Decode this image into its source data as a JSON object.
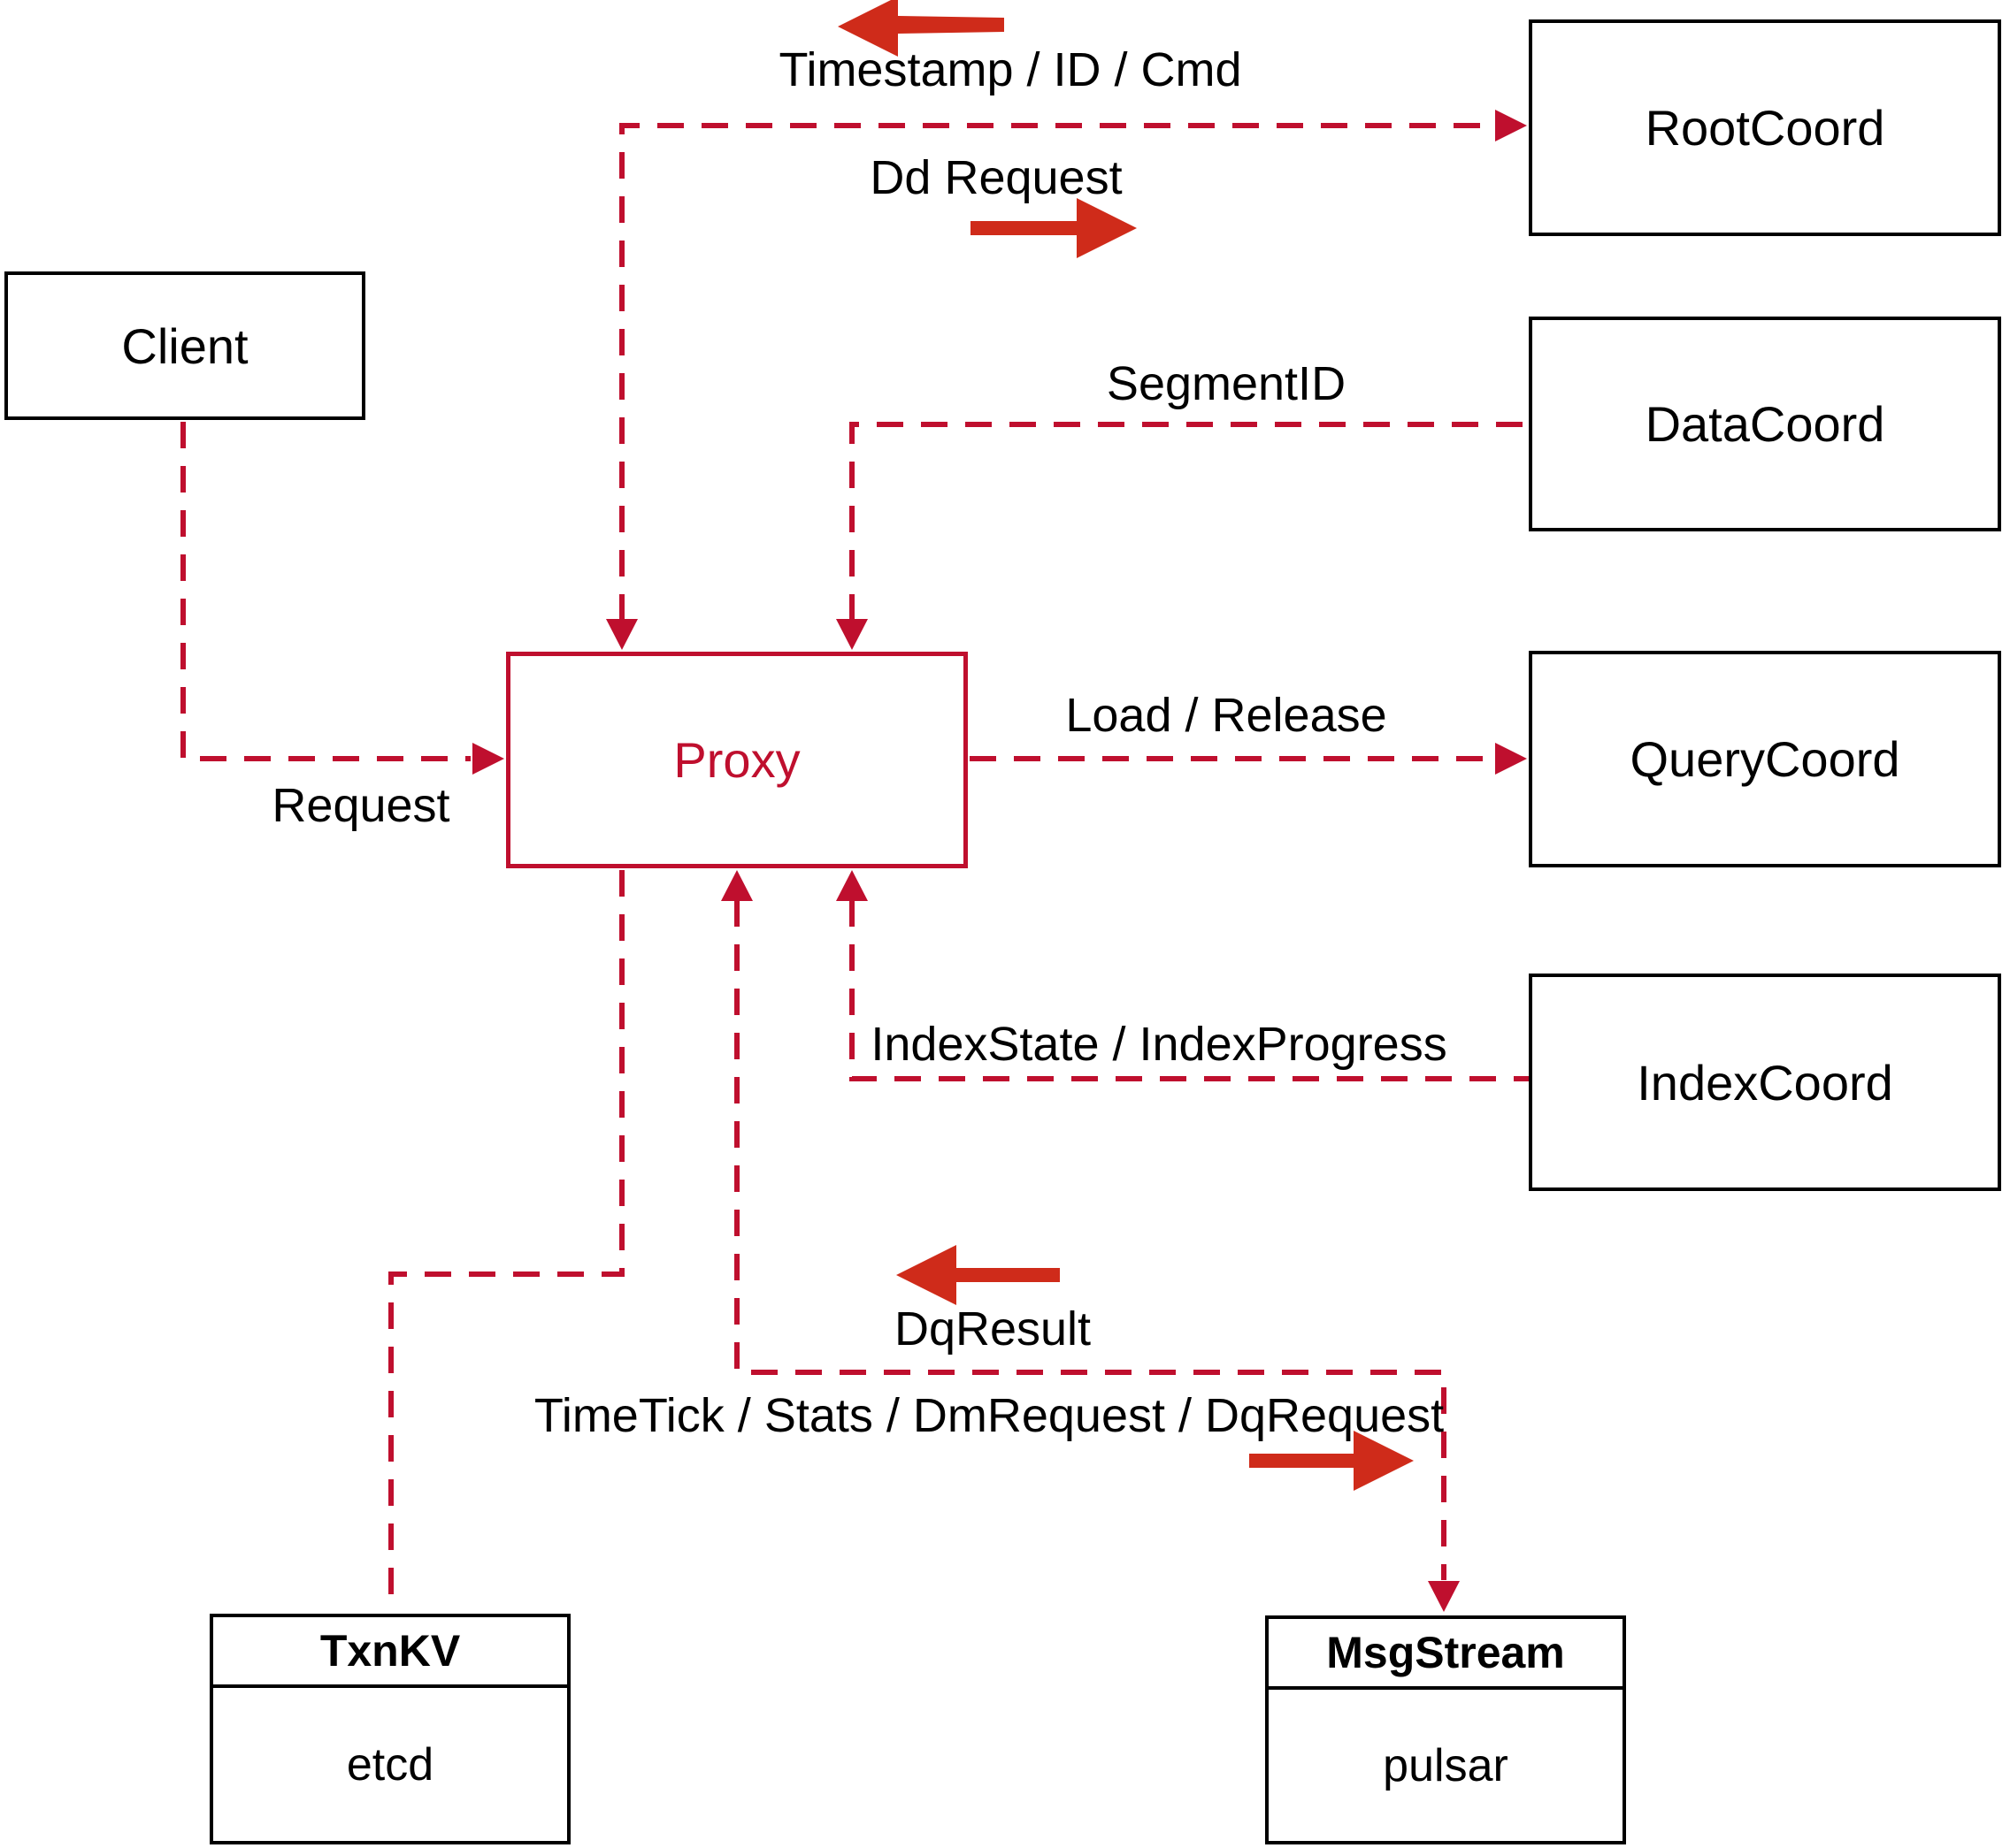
{
  "diagram": {
    "nodes": {
      "client": {
        "label": "Client"
      },
      "proxy": {
        "label": "Proxy"
      },
      "root_coord": {
        "label": "RootCoord"
      },
      "data_coord": {
        "label": "DataCoord"
      },
      "query_coord": {
        "label": "QueryCoord"
      },
      "index_coord": {
        "label": "IndexCoord"
      },
      "txn_kv": {
        "title": "TxnKV",
        "impl": "etcd"
      },
      "msg_stream": {
        "title": "MsgStream",
        "impl": "pulsar"
      }
    },
    "edges": {
      "client_proxy": {
        "label": "Request"
      },
      "proxy_rootcoord": {
        "label_to_proxy": "Timestamp / ID / Cmd",
        "label_to_root": "Dd Request"
      },
      "datacoord_proxy": {
        "label": "SegmentID"
      },
      "proxy_querycoord": {
        "label": "Load / Release"
      },
      "indexcoord_proxy": {
        "label": "IndexState / IndexProgress"
      },
      "msgstream_proxy": {
        "label_to_proxy": "DqResult",
        "label_to_stream": "TimeTick / Stats / DmRequest / DqRequest"
      }
    },
    "colors": {
      "edge": "#bf0f2e",
      "solid": "#cf2b1a",
      "boxborder": "#000000",
      "bg": "#ffffff"
    }
  }
}
